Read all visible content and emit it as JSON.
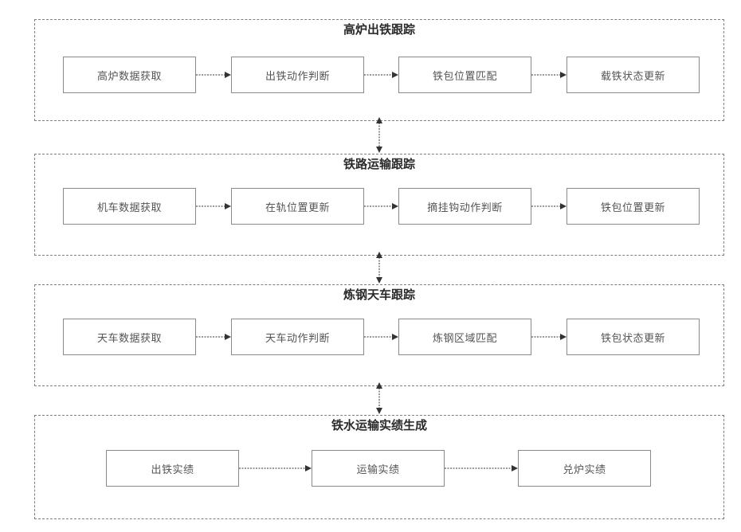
{
  "groups": [
    {
      "title": "高炉出铁跟踪",
      "steps": [
        "高炉数据获取",
        "出铁动作判断",
        "铁包位置匹配",
        "载铁状态更新"
      ]
    },
    {
      "title": "铁路运输跟踪",
      "steps": [
        "机车数据获取",
        "在轨位置更新",
        "摘挂钩动作判断",
        "铁包位置更新"
      ]
    },
    {
      "title": "炼钢天车跟踪",
      "steps": [
        "天车数据获取",
        "天车动作判断",
        "炼钢区域匹配",
        "铁包状态更新"
      ]
    },
    {
      "title": "铁水运输实绩生成",
      "steps": [
        "出铁实绩",
        "运输实绩",
        "兑炉实绩"
      ]
    }
  ],
  "colors": {
    "border": "#7f7f7f",
    "box_border": "#8a8a8a",
    "arrow": "#333333"
  }
}
